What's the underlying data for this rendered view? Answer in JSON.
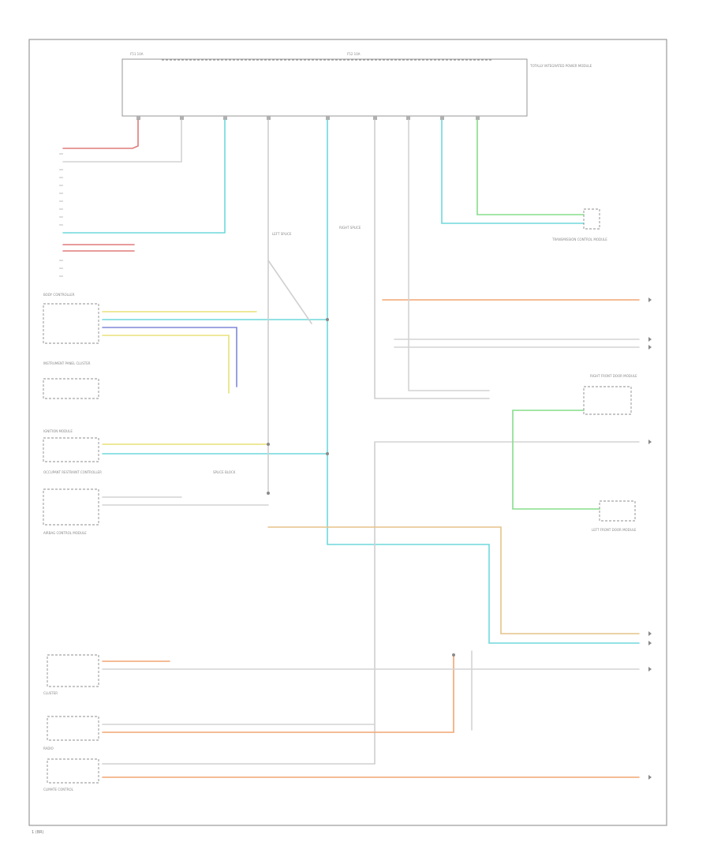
{
  "diagram": {
    "footer_label": "1 (BR)",
    "colors": {
      "red": "#e07a7a",
      "cyan": "#6fd8dc",
      "green": "#86dd8a",
      "orange": "#f2a673",
      "yellow": "#e8e27a",
      "blue": "#7f89d8",
      "gray": "#b5b5b5",
      "light_gray": "#d4d4d4"
    },
    "labels": {
      "top_module": "TOTALLY INTEGRATED POWER MODULE",
      "top_fuse_left": "F51 10A",
      "top_fuse_center": "F52 10A",
      "body_controller": "BODY CONTROLLER",
      "instrument_panel_module": "INSTRUMENT PANEL CLUSTER",
      "transmission_module": "TRANSMISSION CONTROL MODULE",
      "left_front_module": "LEFT FRONT DOOR MODULE",
      "right_front_module": "RIGHT FRONT DOOR MODULE",
      "occupant_module": "OCCUPANT RESTRAINT CONTROLLER",
      "airbag_module": "AIRBAG CONTROL MODULE",
      "ignition_module": "IGNITION MODULE",
      "right_splice": "RIGHT SPLICE",
      "left_splice": "LEFT SPLICE",
      "cluster": "CLUSTER",
      "radio": "RADIO",
      "climate_control": "CLIMATE CONTROL",
      "splice_block": "SPLICE BLOCK"
    }
  }
}
